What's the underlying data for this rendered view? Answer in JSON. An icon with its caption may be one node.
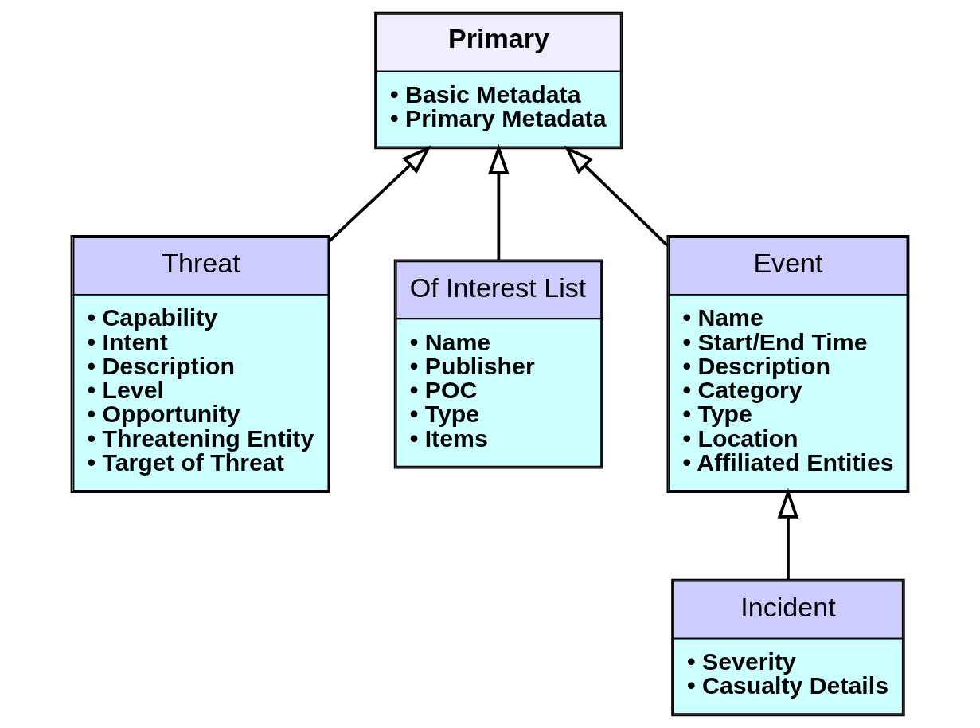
{
  "diagram": {
    "nodes": [
      {
        "text": [
          "Primary",
          "• Basic Metadata",
          "• Primary Metadata"
        ]
      },
      {
        "text": [
          "Threat",
          "• Capability",
          "• Intent",
          "• Description",
          "• Level",
          "• Opportunity",
          "• Threatening Entity",
          "• Target of Threat"
        ]
      },
      {
        "text": [
          "Of Interest List",
          "• Name",
          "• Publisher",
          "• POC",
          "• Type",
          "• Items"
        ]
      },
      {
        "text": [
          "Event",
          "• Name",
          "• Start/End Time",
          "• Description",
          "• Category",
          "• Type",
          "• Location",
          "• Affiliated Entities"
        ]
      },
      {
        "text": [
          "Incident",
          "• Severity",
          "• Casualty Details"
        ]
      }
    ],
    "edges": [
      {
        "from": 1,
        "to": 0,
        "arrow": "to"
      },
      {
        "from": 2,
        "to": 0,
        "arrow": "to"
      },
      {
        "from": 3,
        "to": 0,
        "arrow": "to"
      },
      {
        "from": 4,
        "to": 3,
        "arrow": "to"
      }
    ]
  }
}
